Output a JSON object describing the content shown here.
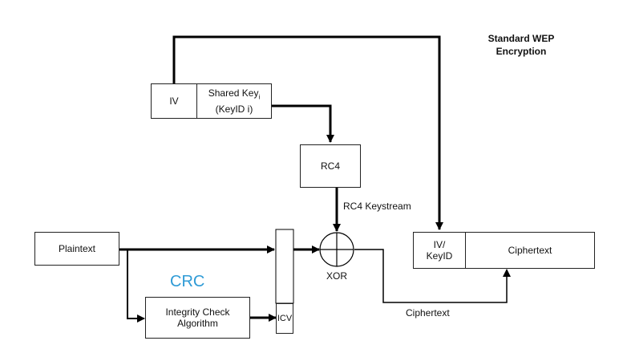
{
  "title": {
    "line1": "Standard WEP",
    "line2": "Encryption"
  },
  "blocks": {
    "iv": "IV",
    "shared_key_line1": "Shared Key",
    "shared_key_sub": "i",
    "shared_key_line2": "(KeyID i)",
    "rc4": "RC4",
    "plaintext": "Plaintext",
    "integrity_line1": "Integrity Check",
    "integrity_line2": "Algorithm",
    "icv": "ICV",
    "ivkeyid_line1": "IV/",
    "ivkeyid_line2": "KeyID",
    "ciphertext_box": "Ciphertext"
  },
  "labels": {
    "rc4_keystream": "RC4 Keystream",
    "xor": "XOR",
    "ciphertext_out": "Ciphertext",
    "crc": "CRC"
  },
  "colors": {
    "line": "#000000",
    "crc": "#2f9bd6"
  }
}
